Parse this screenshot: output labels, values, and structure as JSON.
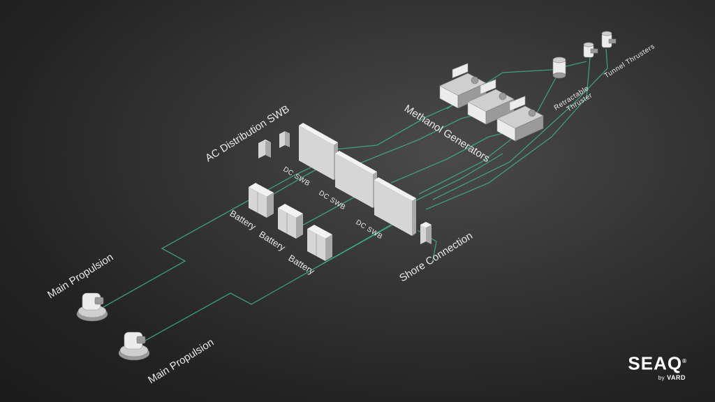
{
  "labels": {
    "ac_distribution_swb": "AC Distribution SWB",
    "dc_swb_1": "DC SWB",
    "dc_swb_2": "DC SWB",
    "dc_swb_3": "DC SWB",
    "battery_1": "Battery",
    "battery_2": "Battery",
    "battery_3": "Battery",
    "methanol_generators": "Methanol Generators",
    "retractable_thruster_line1": "Retractable",
    "retractable_thruster_line2": "Thruster",
    "tunnel_thrusters": "Tunnel Thrusters",
    "shore_connection": "Shore Connection",
    "main_propulsion_1": "Main Propulsion",
    "main_propulsion_2": "Main Propulsion"
  },
  "brand": {
    "name": "SEAQ",
    "by": "by",
    "maker": "VARD",
    "registered": "®"
  },
  "colors": {
    "background": "#2b2b2b",
    "wire": "#3fae8f",
    "label": "#e9e9e9"
  }
}
